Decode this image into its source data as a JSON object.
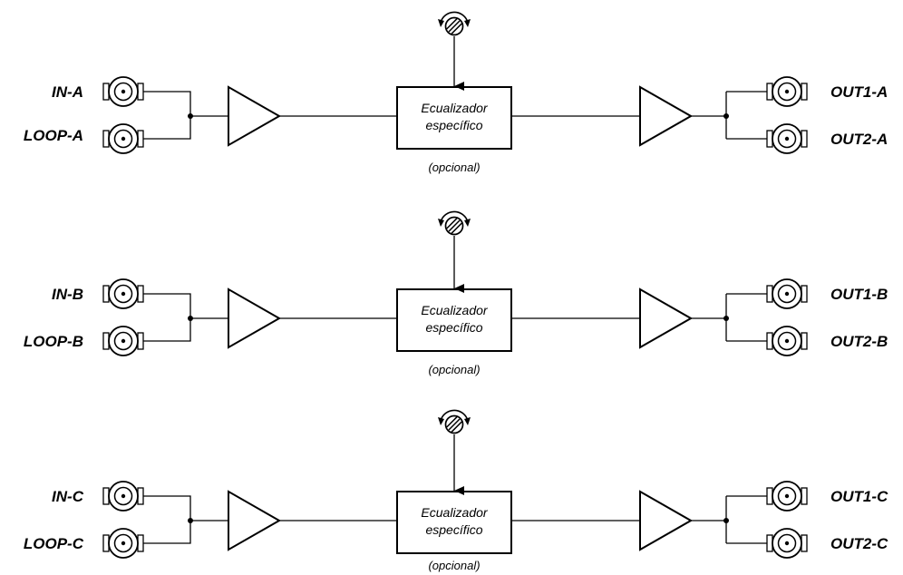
{
  "channels": [
    {
      "input": "IN-A",
      "loop": "LOOP-A",
      "equalizer_line1": "Ecualizador",
      "equalizer_line2": "específico",
      "optional": "(opcional)",
      "output1": "OUT1-A",
      "output2": "OUT2-A"
    },
    {
      "input": "IN-B",
      "loop": "LOOP-B",
      "equalizer_line1": "Ecualizador",
      "equalizer_line2": "específico",
      "optional": "(opcional)",
      "output1": "OUT1-B",
      "output2": "OUT2-B"
    },
    {
      "input": "IN-C",
      "loop": "LOOP-C",
      "equalizer_line1": "Ecualizador",
      "equalizer_line2": "específico",
      "optional": "(opcional)",
      "output1": "OUT1-C",
      "output2": "OUT2-C"
    }
  ],
  "icons": {
    "connector": "bnc-connector-icon",
    "amplifier": "amplifier-triangle-icon",
    "adjust": "adjustment-screw-icon"
  },
  "colors": {
    "line": "#000000",
    "background": "#ffffff"
  }
}
